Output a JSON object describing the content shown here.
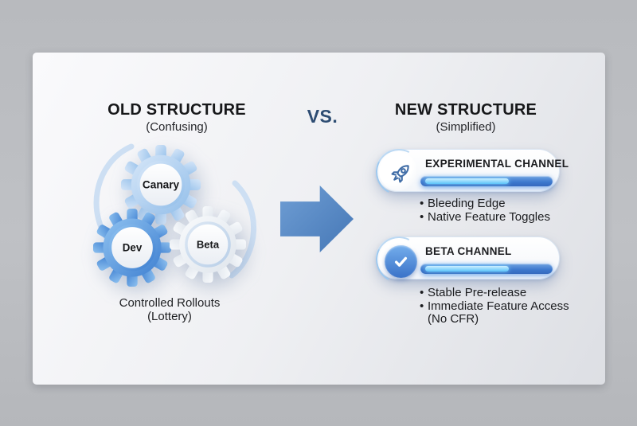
{
  "old_section": {
    "title": "OLD STRUCTURE",
    "subtitle": "(Confusing)",
    "gears": [
      {
        "label": "Canary"
      },
      {
        "label": "Dev"
      },
      {
        "label": "Beta"
      }
    ],
    "caption": [
      "Controlled Rollouts",
      "(Lottery)"
    ]
  },
  "vs_label": "VS.",
  "new_section": {
    "title": "NEW STRUCTURE",
    "subtitle": "(Simplified)",
    "channels": [
      {
        "name": "EXPERIMENTAL CHANNEL",
        "icon": "rocket-icon",
        "progress_percent": 63,
        "bullets": [
          {
            "marker": "•",
            "text": "Bleeding Edge"
          },
          {
            "marker": "•",
            "text": "Native Feature Toggles"
          }
        ]
      },
      {
        "name": "BETA CHANNEL",
        "icon": "check-icon",
        "progress_percent": 63,
        "bullets": [
          {
            "marker": "•",
            "text": "Stable Pre-release"
          },
          {
            "marker": "•",
            "text": "Immediate Feature Access"
          },
          {
            "marker": "",
            "text": "(No CFR)"
          }
        ]
      }
    ]
  },
  "colors": {
    "accent_blue": "#4577b6",
    "vs_text": "#2d4c72",
    "bar_track": "#3c78cd",
    "bar_fill": "#5bc4fa",
    "outer_background": "#bfc1c5",
    "panel_background": "#eff0f3"
  }
}
